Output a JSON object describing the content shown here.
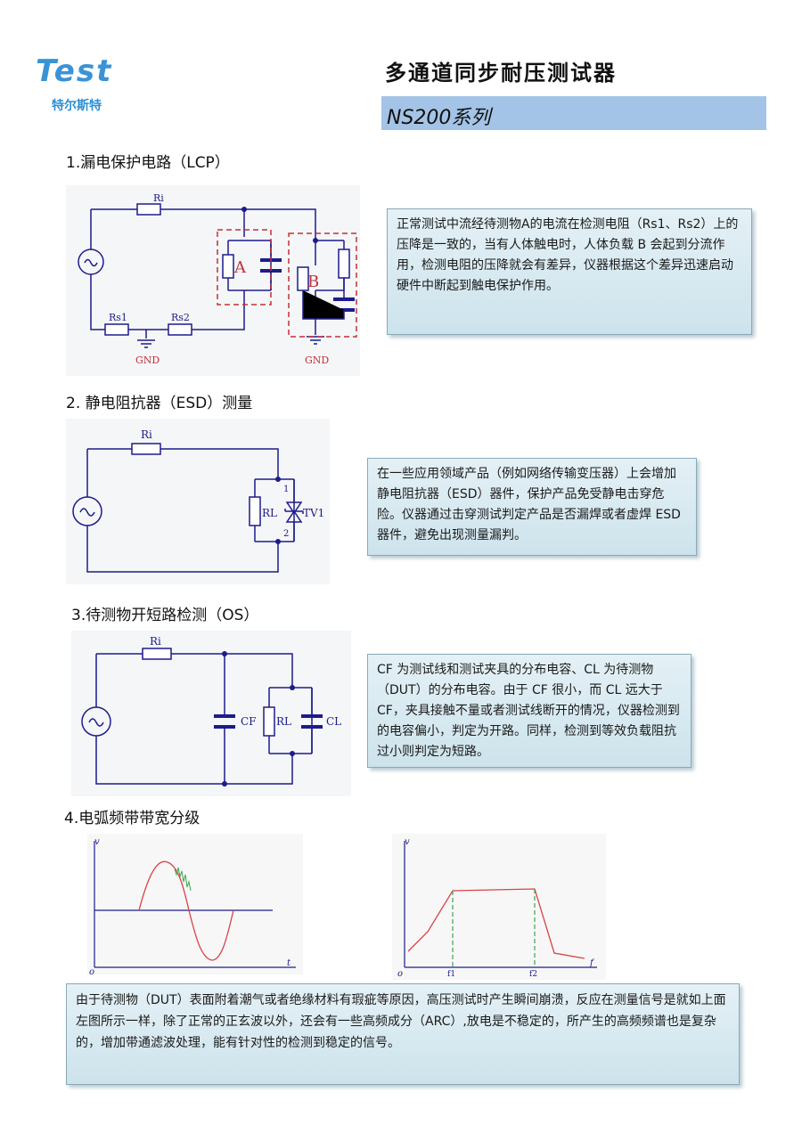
{
  "header": {
    "logo_text": "Test",
    "logo_sub": "特尔斯特",
    "title": "多通道同步耐压测试器",
    "series": "NS200系列"
  },
  "sections": {
    "s1": {
      "heading": "1.漏电保护电路（LCP）",
      "note": "正常测试中流经待测物A的电流在检测电阻（Rs1、Rs2）上的压降是一致的，当有人体触电时，人体负载 B 会起到分流作用，检测电阻的压降就会有差异，仪器根据这个差异迅速启动硬件中断起到触电保护作用。",
      "labels": {
        "ri": "Ri",
        "rs1": "Rs1",
        "rs2": "Rs2",
        "a": "A",
        "b": "B",
        "gnd1": "GND",
        "gnd2": "GND"
      }
    },
    "s2": {
      "heading": "2.  静电阻抗器（ESD）测量",
      "note": "在一些应用领域产品（例如网络传输变压器）上会增加静电阻抗器（ESD）器件，保护产品免受静电击穿危险。仪器通过击穿测试判定产品是否漏焊或者虚焊 ESD 器件，避免出现测量漏判。",
      "labels": {
        "ri": "Ri",
        "rl": "RL",
        "tv1": "TV1",
        "p1": "1",
        "p2": "2"
      }
    },
    "s3": {
      "heading": "3.待测物开短路检测（OS）",
      "note": "CF 为测试线和测试夹具的分布电容、CL 为待测物（DUT）的分布电容。由于 CF 很小，而 CL 远大于 CF，夹具接触不量或者测试线断开的情况，仪器检测到的电容偏小，判定为开路。同样，检测到等效负载阻抗过小则判定为短路。",
      "labels": {
        "ri": "Ri",
        "cf": "CF",
        "rl": "RL",
        "cl": "CL"
      }
    },
    "s4": {
      "heading": "4.电弧频带带宽分级",
      "note": "由于待测物（DUT）表面附着潮气或者绝缘材料有瑕疵等原因，高压测试时产生瞬间崩溃，反应在测量信号是就如上面左图所示一样，除了正常的正玄波以外，还会有一些高频成分（ARC）,放电是不稳定的，所产生的高频频谱也是复杂的，增加带通滤波处理，能有针对性的检测到稳定的信号。",
      "graph_left": {
        "y": "v",
        "x": "t",
        "origin": "o"
      },
      "graph_right": {
        "y": "v",
        "x": "f",
        "origin": "o",
        "f1": "f1",
        "f2": "f2"
      }
    }
  },
  "colors": {
    "wire": "#1c1c8c",
    "component_red": "#c0303a",
    "accent": "#a3c4e6",
    "signal": "#d9424a",
    "noise": "#3aa84a"
  }
}
